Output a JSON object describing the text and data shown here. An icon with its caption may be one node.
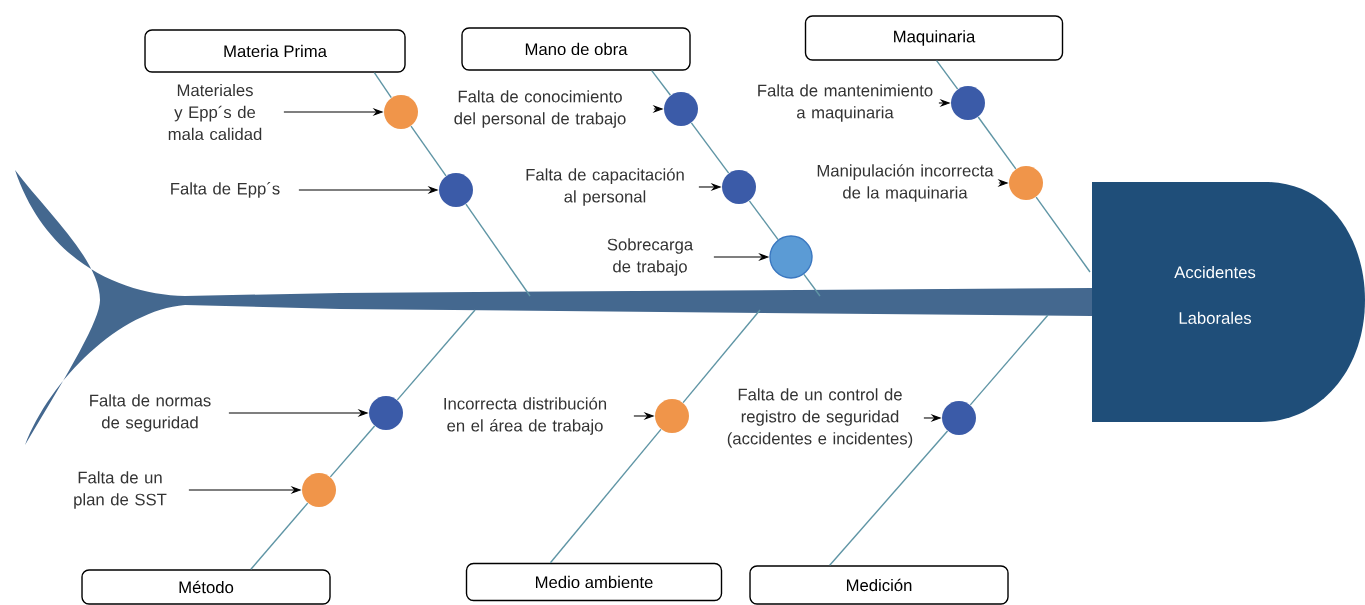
{
  "diagram": {
    "nodes": [
      {
        "text": [
          "Materia Prima"
        ]
      },
      {
        "text": [
          "Mano de obra"
        ]
      },
      {
        "text": [
          "Maquinaria"
        ]
      },
      {
        "text": [
          "Materiales y Epp´s de mala calidad"
        ]
      },
      {
        "text": [],
        "shape": "circle"
      },
      {
        "text": [
          "Falta de conocimiento del personal de trabajo"
        ]
      },
      {
        "text": [],
        "shape": "circle"
      },
      {
        "text": [
          "Falta de mantenimiento a maquinaria"
        ]
      },
      {
        "text": [],
        "shape": "circle"
      },
      {
        "text": [
          "Falta de Epp´s"
        ]
      },
      {
        "text": [],
        "shape": "circle"
      },
      {
        "text": [
          "Falta de capacitación al personal"
        ]
      },
      {
        "text": [],
        "shape": "circle"
      },
      {
        "text": [
          "Manipulación incorrecta de la maquinaria"
        ]
      },
      {
        "text": [],
        "shape": "circle"
      },
      {
        "text": [
          "Sobrecarga de trabajo"
        ]
      },
      {
        "text": [],
        "shape": "circle"
      },
      {
        "text": [
          "Accidentes Laborales"
        ]
      },
      {
        "text": [
          "Falta de normas de seguridad"
        ]
      },
      {
        "text": [],
        "shape": "circle"
      },
      {
        "text": [
          "Incorrecta distribución en el área de trabajo"
        ]
      },
      {
        "text": [],
        "shape": "circle"
      },
      {
        "text": [
          "Falta de un control de registro de seguridad (accidentes e incidentes)"
        ]
      },
      {
        "text": [],
        "shape": "circle"
      },
      {
        "text": [
          "Falta de un plan de SST"
        ]
      },
      {
        "text": [],
        "shape": "circle"
      },
      {
        "text": [
          "Método"
        ]
      },
      {
        "text": [
          "Medio ambiente"
        ]
      },
      {
        "text": [
          "Medición"
        ]
      }
    ],
    "edges": [
      {
        "from": 3,
        "to": 4,
        "arrow": "to",
        "color": "#000000"
      },
      {
        "from": 5,
        "to": 6,
        "arrow": "to",
        "color": "#000000"
      },
      {
        "from": 7,
        "to": 8,
        "arrow": "to",
        "color": "#000000"
      },
      {
        "from": 9,
        "to": 10,
        "arrow": "to",
        "color": "#000000"
      },
      {
        "from": 11,
        "to": 12,
        "arrow": "to",
        "color": "#000000"
      },
      {
        "from": 13,
        "to": 14,
        "arrow": "to",
        "color": "#000000"
      },
      {
        "from": 15,
        "to": 16,
        "arrow": "to",
        "color": "#000000"
      },
      {
        "from": 18,
        "to": 19,
        "arrow": "to",
        "color": "#000000"
      },
      {
        "from": 20,
        "to": 21,
        "arrow": "to",
        "color": "#000000"
      },
      {
        "from": 22,
        "to": 23,
        "arrow": "to",
        "color": "#000000"
      },
      {
        "from": 24,
        "to": 25,
        "arrow": "to",
        "color": "#000000"
      },
      {
        "from": 0,
        "to": 4,
        "arrow": "none"
      },
      {
        "from": 4,
        "to": 10,
        "arrow": "none"
      },
      {
        "from": 10,
        "to": null,
        "arrow": "none"
      },
      {
        "from": 1,
        "to": 6,
        "arrow": "none"
      },
      {
        "from": 6,
        "to": 12,
        "arrow": "none"
      },
      {
        "from": 12,
        "to": 16,
        "arrow": "none"
      },
      {
        "from": 16,
        "to": null,
        "arrow": "none"
      },
      {
        "from": 2,
        "to": 8,
        "arrow": "none"
      },
      {
        "from": 8,
        "to": 14,
        "arrow": "none"
      },
      {
        "from": 14,
        "to": 17,
        "arrow": "none"
      },
      {
        "from": 26,
        "to": 25,
        "arrow": "none"
      },
      {
        "from": 25,
        "to": 19,
        "arrow": "none"
      },
      {
        "from": 19,
        "to": null,
        "arrow": "none"
      },
      {
        "from": 27,
        "to": 21,
        "arrow": "none"
      },
      {
        "from": 21,
        "to": null,
        "arrow": "none"
      },
      {
        "from": 28,
        "to": 23,
        "arrow": "none"
      },
      {
        "from": 23,
        "to": null,
        "arrow": "none"
      }
    ]
  }
}
